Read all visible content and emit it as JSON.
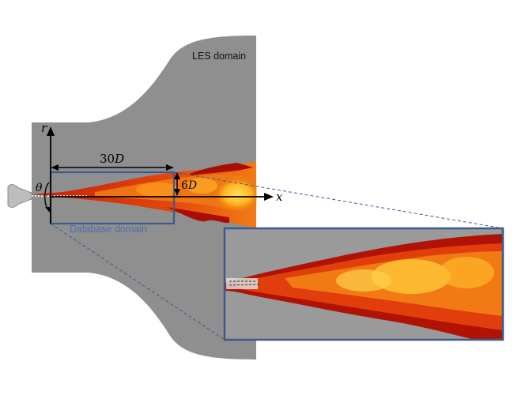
{
  "labels": {
    "les_domain": "LES domain",
    "database_domain": "Database domain",
    "axis_r": "r",
    "axis_x": "x",
    "angle_theta": "θ",
    "length_30": "30",
    "length_6": "6",
    "length_unit": "D"
  },
  "colors": {
    "domain_gray": "#8f8f8f",
    "box_blue": "#3d5a8f",
    "label_blue": "#4a6fa8",
    "arrow_black": "#000000",
    "flame_dark": "#8a0000",
    "flame_red": "#d42a0a",
    "flame_orange": "#f06a10",
    "flame_yellow": "#ffd24a"
  }
}
